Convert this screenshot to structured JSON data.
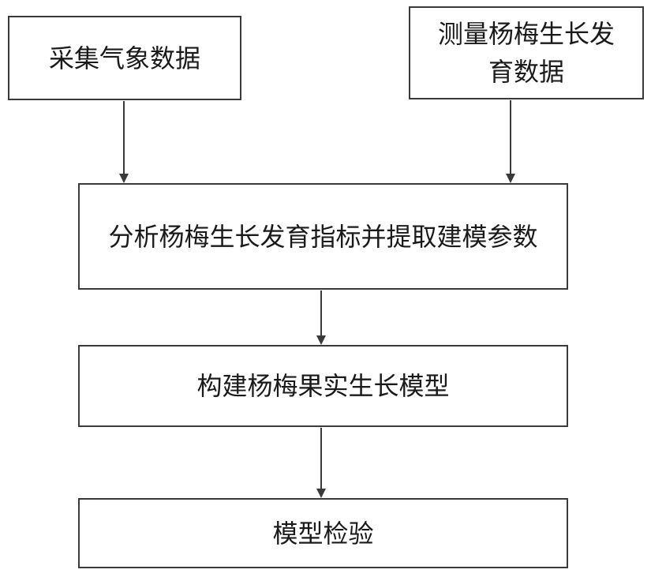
{
  "diagram": {
    "nodes": {
      "collect": "采集气象数据",
      "measure": "测量杨梅生长发育数据",
      "analyze": "分析杨梅生长发育指标并提取建模参数",
      "build": "构建杨梅果实生长模型",
      "verify": "模型检验"
    },
    "edges": [
      {
        "from": "collect",
        "to": "analyze"
      },
      {
        "from": "measure",
        "to": "analyze"
      },
      {
        "from": "analyze",
        "to": "build"
      },
      {
        "from": "build",
        "to": "verify"
      }
    ],
    "colors": {
      "stroke": "#3a3a3a",
      "text": "#1a1a1a",
      "background": "#ffffff"
    }
  }
}
